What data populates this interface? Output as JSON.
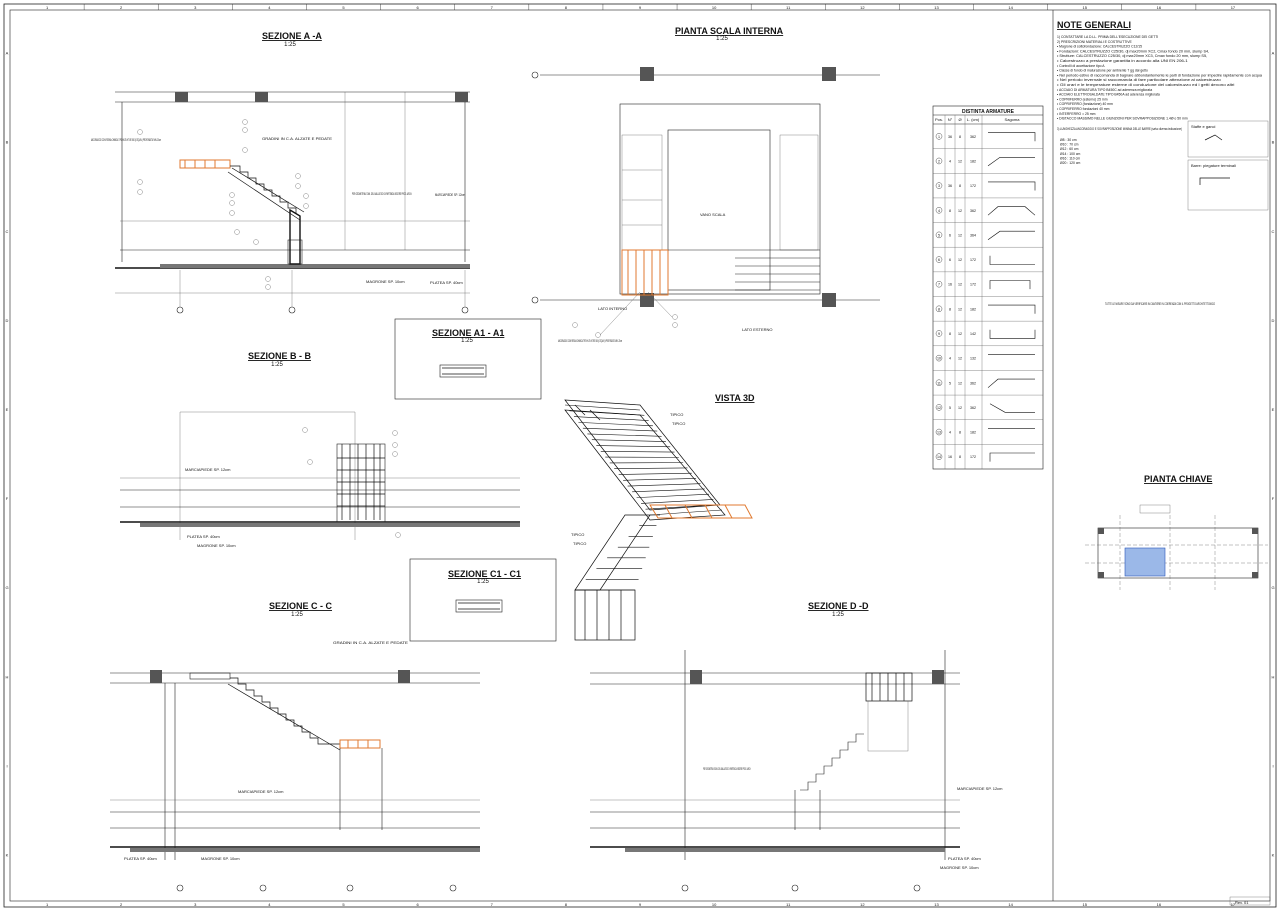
{
  "grid": {
    "columns": [
      "1",
      "2",
      "3",
      "4",
      "5",
      "6",
      "7",
      "8",
      "9",
      "10",
      "11",
      "12",
      "13",
      "14",
      "15",
      "16",
      "17"
    ],
    "rows": [
      "A",
      "B",
      "C",
      "D",
      "E",
      "F",
      "G",
      "H",
      "I",
      "K"
    ]
  },
  "views": {
    "sez_aa": {
      "title": "SEZIONE  A -A",
      "scale": "1:25",
      "note_anchor": "ANCORAGGIO CON RESINA CHIMICA TIPO HILTI-HIT-RE 500 (O EQUIV.) PROFONDITA' MIN. 20cm",
      "note_geom": "PER GEOMETRIA E DIM. DEL BALLATOIO DI PARTENZA VEDERE PROG. ARCH.",
      "marciapiede": "MARCIAPIEDE SP. 12cm",
      "magrone": "MAGRONE SP. 10cm",
      "platea": "PLATEA SP. 40cm",
      "gradini": "GRADINI IN C.A. ALZATE E PEDATE"
    },
    "pianta": {
      "title": "PIANTA SCALA INTERNA",
      "scale": "1:25",
      "note_anchor": "ANCORAGGIO CON RESINA CHIMICA TIPO HILTI-HIT-RE 500 (O EQUIV.) PROFONDITA' MIN. 20cm",
      "vano": "VANO SCALA",
      "lato_interno": "LATO INTERNO",
      "lato_esterno": "LATO ESTERNO"
    },
    "sez_a1": {
      "title": "SEZIONE  A1 - A1",
      "scale": "1:25"
    },
    "sez_bb": {
      "title": "SEZIONE  B - B",
      "scale": "1:25",
      "marciapiede": "MARCIAPIEDE SP. 12cm",
      "platea": "PLATEA SP. 40cm",
      "magrone": "MAGRONE SP. 10cm"
    },
    "vista3d": {
      "title": "VISTA 3D",
      "tipico": "TIPICO"
    },
    "sez_c1": {
      "title": "SEZIONE  C1 - C1",
      "scale": "1:25"
    },
    "sez_cc": {
      "title": "SEZIONE   C - C",
      "scale": "1:25",
      "marciapiede": "MARCIAPIEDE SP. 12cm",
      "platea": "PLATEA SP. 40cm",
      "magrone": "MAGRONE SP. 10cm",
      "gradini": "GRADINI IN C.A. ALZATE E PEDATE"
    },
    "sez_dd": {
      "title": "SEZIONE  D -D",
      "scale": "1:25",
      "note_geom": "PER GEOMETRIA E DIM. DEL BALLATOIO DI PARTENZA VEDERE PROG. ARCH.",
      "marciapiede": "MARCIAPIEDE SP. 12cm",
      "platea": "PLATEA SP. 40cm",
      "magrone": "MAGRONE SP. 10cm"
    },
    "pianta_chiave": {
      "title": "PIANTA CHIAVE"
    }
  },
  "distinta": {
    "title": "DISTINTA ARMATURE",
    "headers": [
      "Pos.",
      "N°",
      "Ø",
      "L. (cm)",
      "Sagoma"
    ],
    "rows": [
      [
        "1",
        "36",
        "8",
        "362"
      ],
      [
        "2",
        "4",
        "12",
        "182"
      ],
      [
        "3",
        "36",
        "8",
        "172"
      ],
      [
        "4",
        "8",
        "12",
        "362"
      ],
      [
        "5",
        "6",
        "12",
        "364"
      ],
      [
        "6",
        "6",
        "12",
        "172"
      ],
      [
        "7",
        "16",
        "12",
        "172"
      ],
      [
        "8",
        "8",
        "12",
        "182"
      ],
      [
        "9",
        "8",
        "12",
        "142"
      ],
      [
        "10",
        "4",
        "12",
        "132"
      ],
      [
        "11",
        "5",
        "12",
        "362"
      ],
      [
        "12",
        "5",
        "12",
        "362"
      ],
      [
        "13",
        "4",
        "8",
        "182"
      ],
      [
        "14",
        "16",
        "8",
        "172"
      ]
    ]
  },
  "note_generali": {
    "title": "NOTE GENERALI",
    "lines": [
      "1) CONTATTARE LA D.LL. PRIMA DELL'ESECUZIONE DEI GETTI",
      "2) PRESCRIZIONI MATERIALI E COSTRUTTIVE",
      "• Magrone di sottofondazione: CALCESTRUZZO C12/15",
      "• Fondazioni: CALCESTRUZZO C25/30, dj max20mm XC2, Cmax fondo 20 mm, slump S4,",
      "• Strutture: CALCESTRUZZO C25/30, dj max20mm XC3, Cmax fondo 20 mm, slump S5,",
      "• Calcestruzzo a prestazione garantita in accordo alla UNI EN 206-1",
      "• Controlli di accettazione tipo A",
      "• Classe di fondo di maturazione per ambiente 7 gg dal getto",
      "• Nel periodo estivo di raccomanda di bagnare abbondantemente le parti di fondazione per impedire rapidamente con acqua",
      "• Nel periodo invernale si raccomanda di fare particolare attenzione ai calcestruzzo",
      "• Gli orari e le temperature esterne di conduzione del calcestruzzo ed i getti devono altri",
      "• ACCIAIO DI ARMATURA TIPO B450C ad aderenza migliorata",
      "• ACCIAIO ELETTROSALDATE TIPO B450A ad aderenza migliorata",
      "• COPRIFERRO (esterno) 25 mm",
      "• COPRIFERRO (fondazione) 40 mm",
      "• COPRIFERRO fondazioni 40 mm",
      "• INTERFERRO = 25 mm",
      "• DISTACCO MASSIMO NELLE GIUNZIONI PER SOVRAPPOSIZIONE 1.4Ø o 50 mm"
    ],
    "lengths_title": "3) LUNGHEZZA ANCORAGGIO E SOVRAPPOSIZIONE MINIMA DELLE BARRE (salvo diversa indicazione)",
    "lengths": [
      "Ø8 : 30 cm",
      "Ø10 : 70 cm",
      "Ø12 : 60 cm",
      "Ø14 : 100 cm",
      "Ø16 : 110 cm",
      "Ø20 : 120 cm"
    ],
    "box_staffe": "Staffe e ganci",
    "box_piegature": "Barre: piegature terminali",
    "misure_note": "TUTTE LE MISURE SONO DA VERIFICARE IN CANTIERE IN COERENZA CON IL PROGETTO ARCHITETTONICO",
    "rev": "Rev. 01"
  }
}
